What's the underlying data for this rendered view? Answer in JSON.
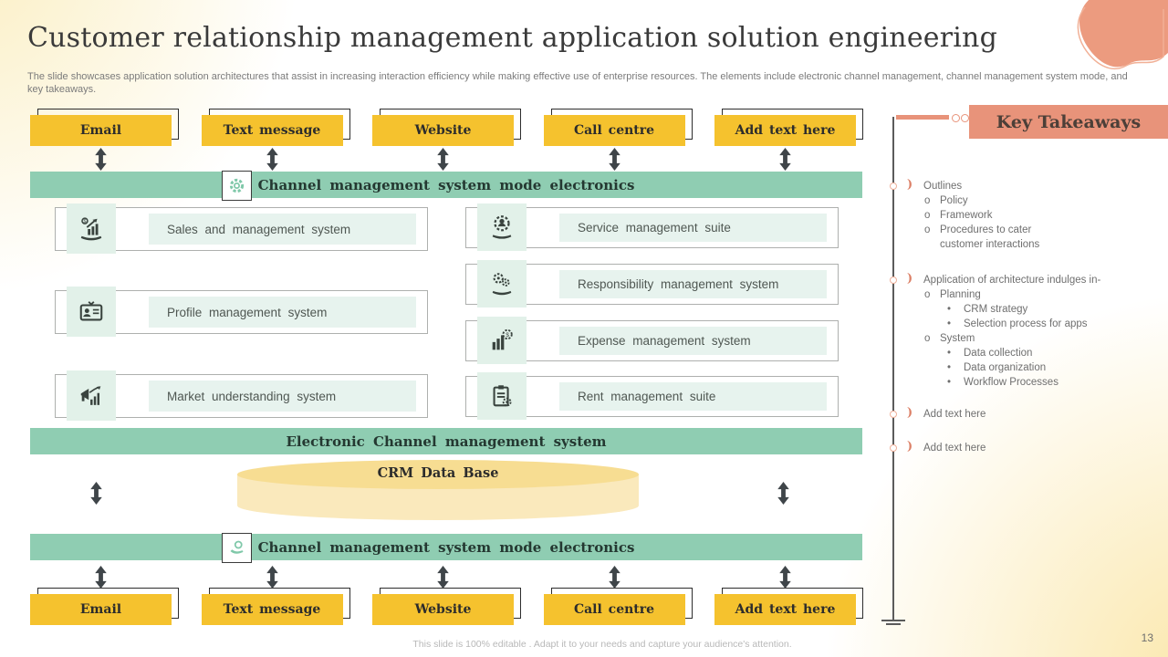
{
  "slide": {
    "title": "Customer relationship management application solution engineering",
    "subtitle": "The slide showcases application solution architectures that assist in increasing interaction efficiency while making effective use of enterprise resources. The elements include electronic channel management, channel management system mode, and key takeaways.",
    "footer_note": "This slide is 100% editable . Adapt it to your needs and capture your audience's attention.",
    "page_number": "13"
  },
  "channels_top": [
    "Email",
    "Text message",
    "Website",
    "Call centre",
    "Add text here"
  ],
  "channels_bottom": [
    "Email",
    "Text message",
    "Website",
    "Call centre",
    "Add text here"
  ],
  "bands": {
    "top_label": "Channel management system mode electronics",
    "middle_label": "Electronic Channel management system",
    "bottom_label": "Channel management system mode electronics"
  },
  "left_systems": [
    {
      "icon": "sales-growth-icon",
      "label": "Sales and management system"
    },
    {
      "icon": "id-card-icon",
      "label": "Profile management system"
    },
    {
      "icon": "market-analysis-icon",
      "label": "Market understanding system"
    }
  ],
  "right_systems": [
    {
      "icon": "customer-service-icon",
      "label": "Service management suite"
    },
    {
      "icon": "responsibility-icon",
      "label": "Responsibility management system"
    },
    {
      "icon": "expense-icon",
      "label": "Expense management system"
    },
    {
      "icon": "rent-icon",
      "label": "Rent management suite"
    }
  ],
  "database": {
    "label": "CRM Data Base"
  },
  "key_takeaways": {
    "title": "Key Takeaways",
    "items": [
      {
        "level": "main",
        "text": "Outlines"
      },
      {
        "level": "sub",
        "text": "Policy"
      },
      {
        "level": "sub",
        "text": "Framework"
      },
      {
        "level": "sub",
        "text": "Procedures to cater customer interactions"
      },
      {
        "level": "main",
        "text": "Application of architecture indulges in-"
      },
      {
        "level": "sub",
        "text": "Planning"
      },
      {
        "level": "subsub",
        "text": "CRM strategy"
      },
      {
        "level": "subsub",
        "text": "Selection process for apps"
      },
      {
        "level": "sub",
        "text": "System"
      },
      {
        "level": "subsub",
        "text": "Data collection"
      },
      {
        "level": "subsub",
        "text": "Data organization"
      },
      {
        "level": "subsub",
        "text": "Workflow Processes"
      },
      {
        "level": "main",
        "text": "Add text here"
      },
      {
        "level": "main",
        "text": "Add text here"
      }
    ]
  },
  "colors": {
    "accent_yellow": "#F5C22E",
    "accent_green": "#8FCDB2",
    "light_green": "#E7F3EE",
    "accent_salmon": "#E8937A",
    "arrow_dark": "#3F4549",
    "database_yellow": "#F7DD92",
    "icon_dark": "#39433E"
  }
}
